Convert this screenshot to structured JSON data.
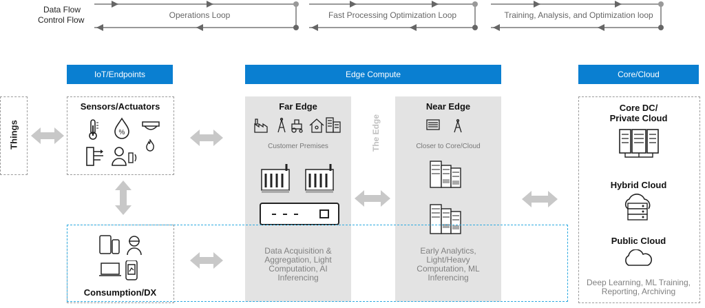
{
  "legend": {
    "data_flow": "Data Flow",
    "control_flow": "Control Flow"
  },
  "loops": {
    "operations": "Operations Loop",
    "fast": "Fast Processing Optimization Loop",
    "training": "Training, Analysis, and Optimization loop"
  },
  "headers": {
    "iot": "IoT/Endpoints",
    "edge": "Edge Compute",
    "core": "Core/Cloud"
  },
  "things": "Things",
  "sensors": {
    "title": "Sensors/Actuators"
  },
  "far_edge": {
    "title": "Far Edge",
    "subtitle": "Customer Premises",
    "desc": [
      "Data Acquisition &",
      "Aggregation, Light",
      "Computation, AI",
      "Inferencing"
    ]
  },
  "the_edge": "The Edge",
  "near_edge": {
    "title": "Near Edge",
    "subtitle": "Closer to Core/Cloud",
    "desc": [
      "Early Analytics,",
      "Light/Heavy",
      "Computation, ML",
      "Inferencing"
    ]
  },
  "core": {
    "private": [
      "Core DC/",
      "Private Cloud"
    ],
    "hybrid": "Hybrid Cloud",
    "public": "Public Cloud",
    "desc": [
      "Deep Learning, ML Training,",
      "Reporting, Archiving"
    ]
  },
  "consumption": {
    "title": "Consumption/DX"
  },
  "colors": {
    "header_blue": "#0a7fd1",
    "arrow_gray": "#c8c8c8",
    "dashed_cyan": "#29a9e0"
  }
}
